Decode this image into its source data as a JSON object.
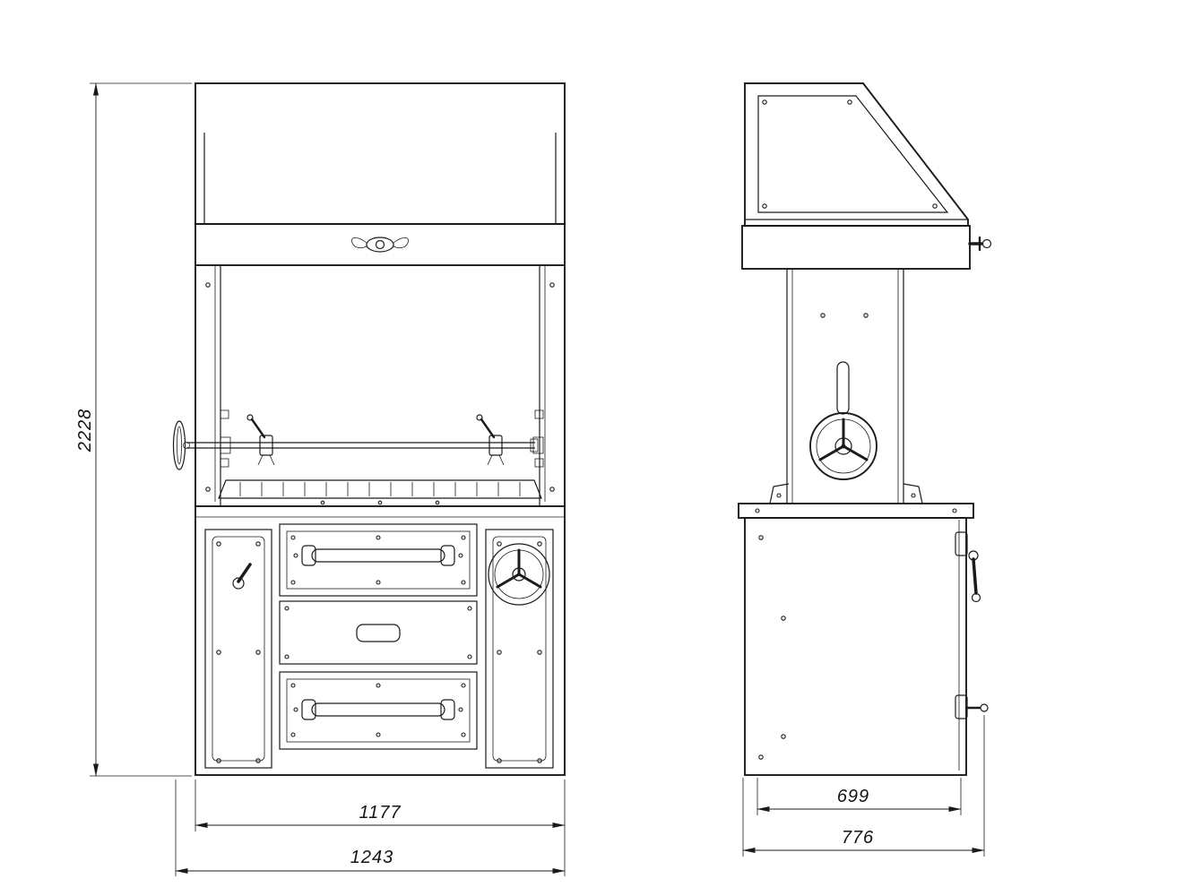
{
  "colors": {
    "ink": "#1b1b1b",
    "paper": "#ffffff"
  },
  "dimensions": {
    "overall_height": "2228",
    "front_width_inner": "1177",
    "front_width_overall": "1243",
    "side_depth_inner": "699",
    "side_depth_overall": "776"
  }
}
